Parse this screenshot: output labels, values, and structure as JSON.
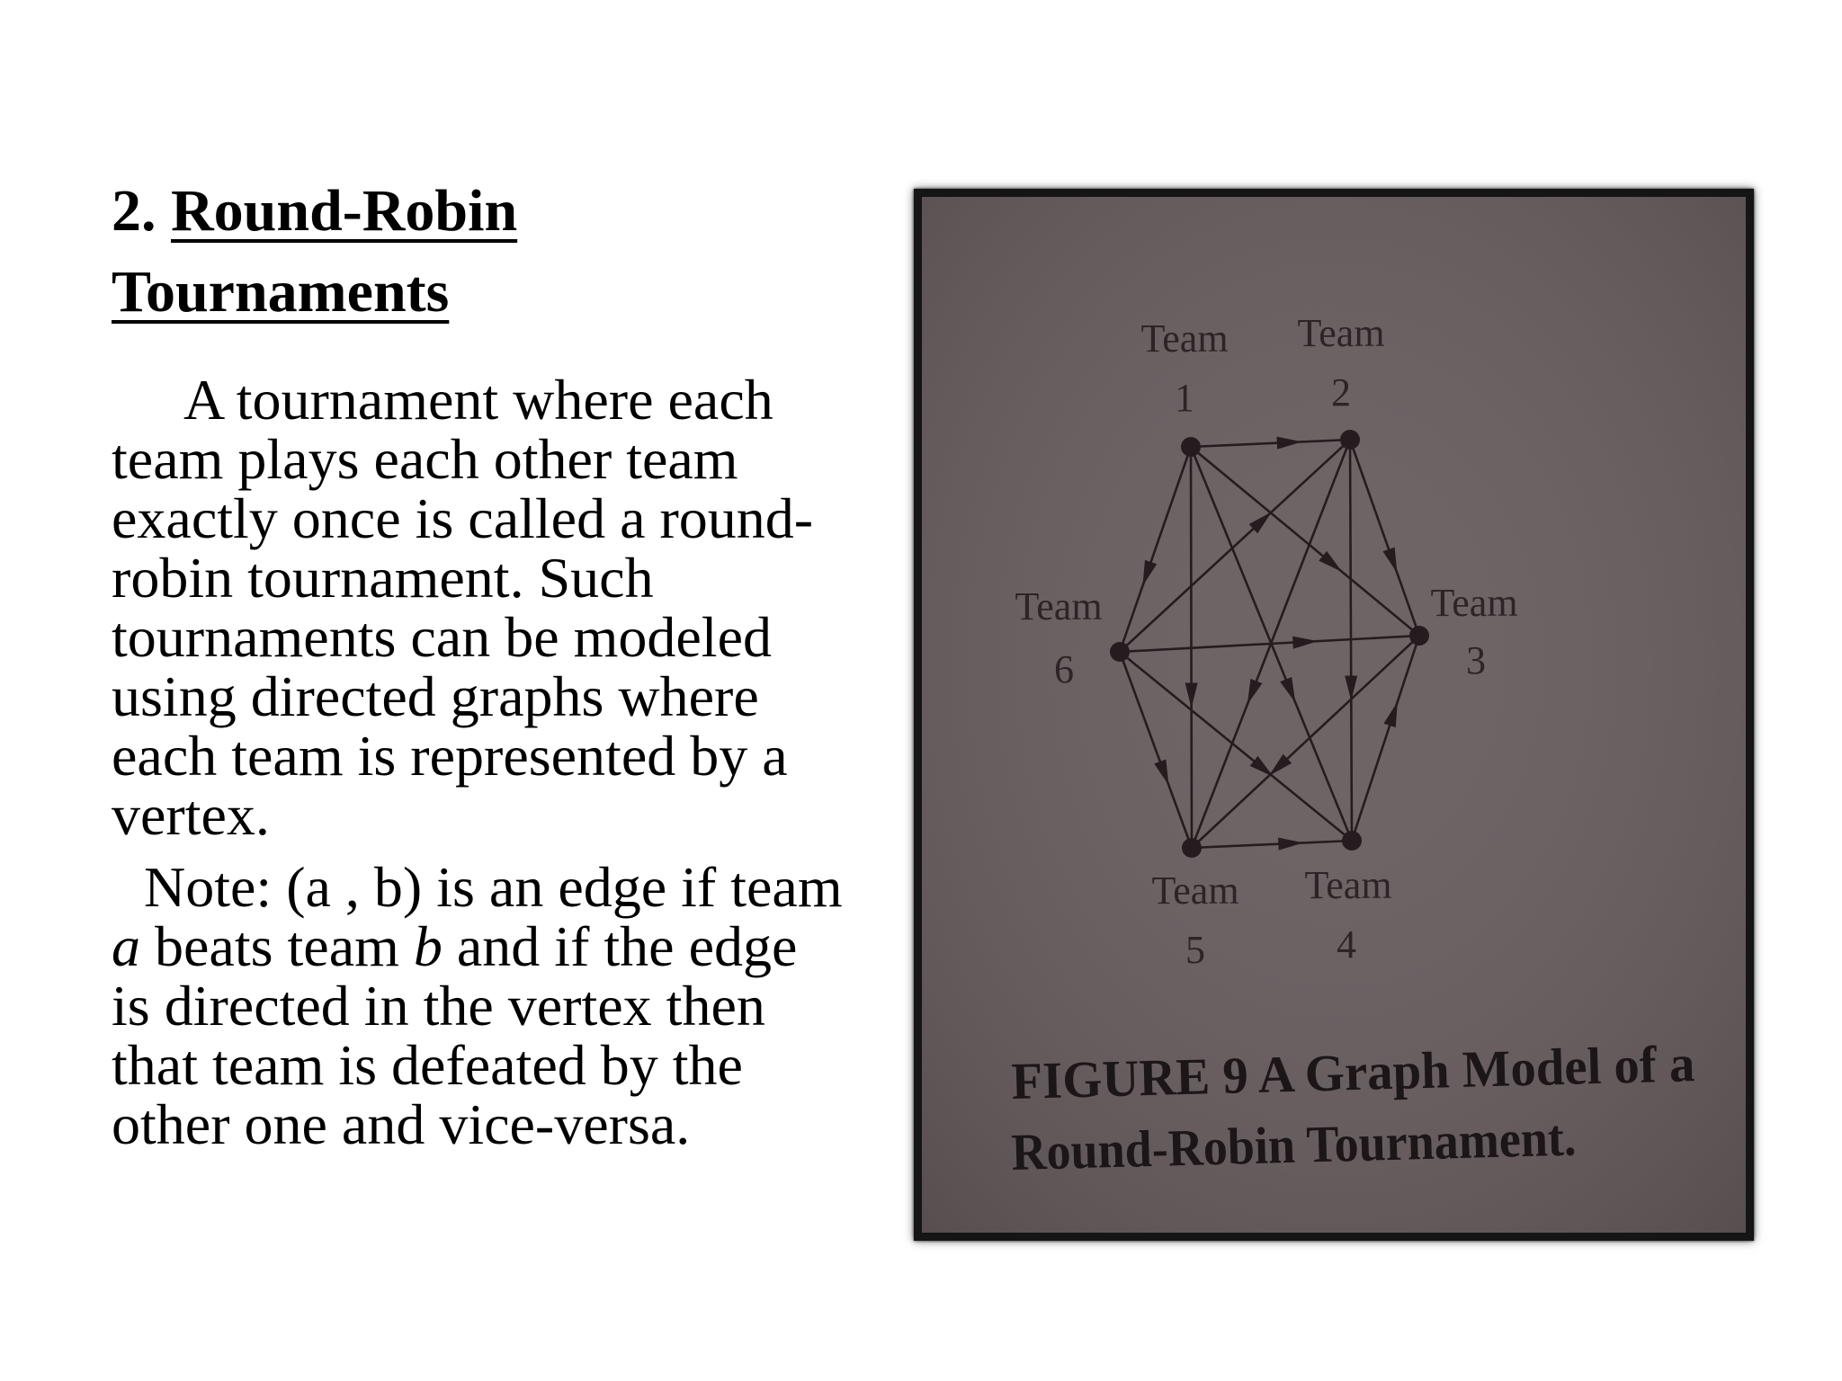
{
  "slide": {
    "title_number": "2.",
    "title_line1": "Round-Robin",
    "title_line2": "Tournaments",
    "paragraph1_lines": [
      "A tournament where each",
      "team plays each other team",
      "exactly once is called a  round-",
      "robin tournament. Such",
      "tournaments can be modeled",
      "using directed graphs where",
      "each team is represented by a",
      "vertex."
    ],
    "note": {
      "line1": "Note: (a , b) is an edge if team",
      "var_a": "a",
      "line2_mid": " beats team ",
      "var_b": "b",
      "line2_end": " and if the edge",
      "line3": "is directed in the vertex then",
      "line4": "that team is defeated by the",
      "line5": "other one and vice-versa."
    }
  },
  "figure": {
    "caption_line1": "FIGURE 9    A Graph Model of a",
    "caption_line2": "Round-Robin Tournament.",
    "colors": {
      "background": "#6e6466",
      "ink": "#241c1e"
    },
    "vertices": [
      {
        "id": "1",
        "word": "Team",
        "number": "1"
      },
      {
        "id": "2",
        "word": "Team",
        "number": "2"
      },
      {
        "id": "3",
        "word": "Team",
        "number": "3"
      },
      {
        "id": "4",
        "word": "Team",
        "number": "4"
      },
      {
        "id": "5",
        "word": "Team",
        "number": "5"
      },
      {
        "id": "6",
        "word": "Team",
        "number": "6"
      }
    ],
    "edges": [
      {
        "from": "1",
        "to": "2"
      },
      {
        "from": "1",
        "to": "3"
      },
      {
        "from": "1",
        "to": "4"
      },
      {
        "from": "1",
        "to": "5"
      },
      {
        "from": "1",
        "to": "6"
      },
      {
        "from": "2",
        "to": "3"
      },
      {
        "from": "2",
        "to": "4"
      },
      {
        "from": "2",
        "to": "5"
      },
      {
        "from": "5",
        "to": "4"
      },
      {
        "from": "6",
        "to": "2"
      },
      {
        "from": "6",
        "to": "3"
      },
      {
        "from": "6",
        "to": "4"
      },
      {
        "from": "6",
        "to": "5"
      },
      {
        "from": "3",
        "to": "5"
      },
      {
        "from": "4",
        "to": "3"
      }
    ]
  }
}
